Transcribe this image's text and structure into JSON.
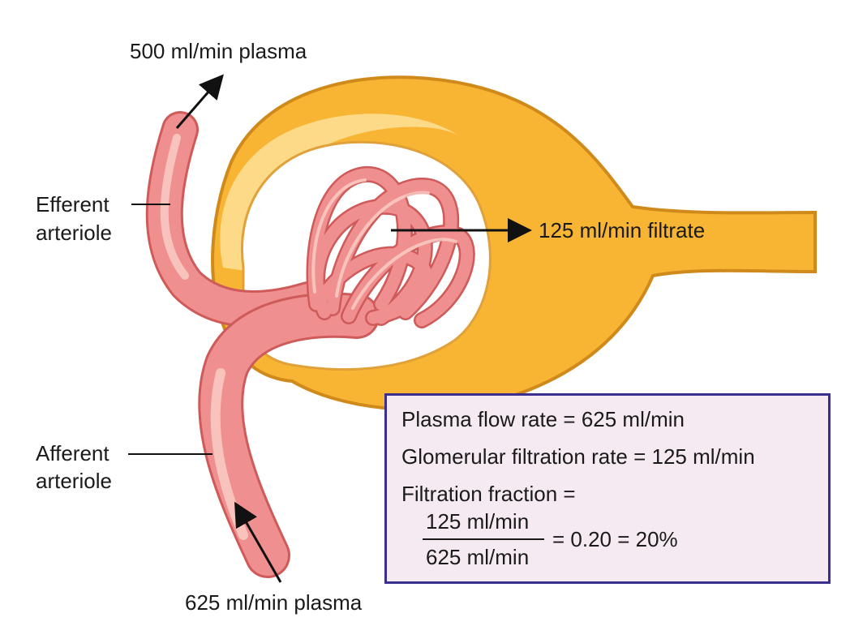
{
  "labels": {
    "efferent_flow": "500 ml/min plasma",
    "efferent_line1": "Efferent",
    "efferent_line2": "arteriole",
    "filtrate": "125 ml/min filtrate",
    "afferent_line1": "Afferent",
    "afferent_line2": "arteriole",
    "afferent_flow": "625 ml/min plasma"
  },
  "infobox": {
    "plasma_flow": "Plasma flow rate = 625 ml/min",
    "gfr": "Glomerular filtration rate = 125 ml/min",
    "ff_label": "Filtration fraction =",
    "numerator": "125 ml/min",
    "denominator": "625 ml/min",
    "result": "= 0.20 = 20%"
  },
  "colors": {
    "capsule_fill": "#f7b533",
    "capsule_light": "#fde7a6",
    "capsule_edge": "#d08a1c",
    "vessel": "#ef8f8f",
    "vessel_light": "#fbd0c8",
    "vessel_edge": "#cf5a5a",
    "box_border": "#3a2f8f",
    "box_fill": "#f6eaf2"
  }
}
